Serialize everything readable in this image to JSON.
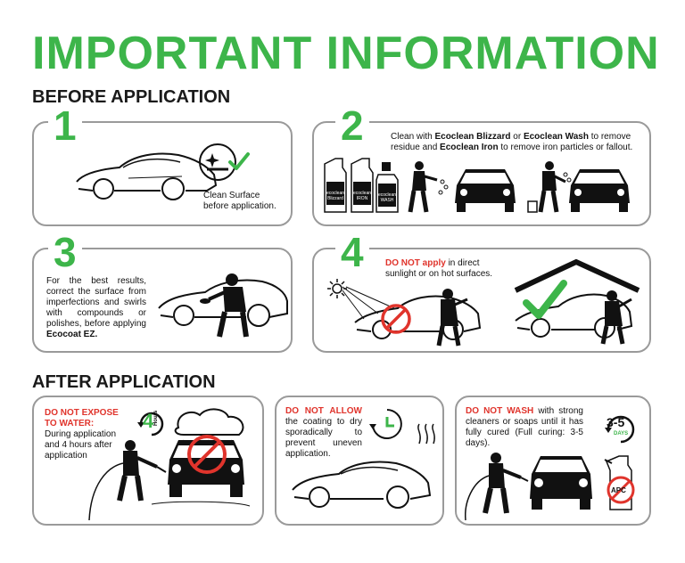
{
  "title": "IMPORTANT INFORMATION",
  "sections": {
    "before": "BEFORE APPLICATION",
    "after": "AFTER APPLICATION"
  },
  "step1": {
    "number": "1",
    "text": "Clean Surface before application."
  },
  "step2": {
    "number": "2",
    "text_a": "Clean with ",
    "bold_a": "Ecoclean Blizzard",
    "text_b": " or ",
    "bold_b": "Ecoclean Wash",
    "text_c": " to remove residue and ",
    "bold_c": "Ecoclean Iron",
    "text_d": " to remove iron particles or fallout.",
    "bottles": [
      {
        "brand": "ecoclean",
        "name": "Blizzard"
      },
      {
        "brand": "ecoclean",
        "name": "IRON"
      },
      {
        "brand": "ecoclean",
        "name": "WASH"
      }
    ]
  },
  "step3": {
    "number": "3",
    "text_a": "For the best results, correct the surface from imperfections and swirls with compounds or polishes, before applying ",
    "bold_a": "Ecocoat EZ."
  },
  "step4": {
    "number": "4",
    "warn": "DO NOT apply",
    "text": " in direct sunlight or on hot surfaces."
  },
  "after1": {
    "warn": "DO NOT EXPOSE TO WATER:",
    "text": "During application and 4 hours after application",
    "badge_num": "4",
    "badge_unit": "Hours"
  },
  "after2": {
    "warn": "DO NOT ALLOW",
    "text": " the coating to dry sporadically to prevent uneven application."
  },
  "after3": {
    "warn": "DO NOT WASH",
    "text": " with strong cleaners or soaps until it has fully cured (Full curing: 3-5 days).",
    "badge_num": "3-5",
    "badge_unit": "DAYS",
    "apc": "APC"
  },
  "colors": {
    "green": "#3db54a",
    "red": "#e0342c",
    "border": "#9a9a9a"
  }
}
